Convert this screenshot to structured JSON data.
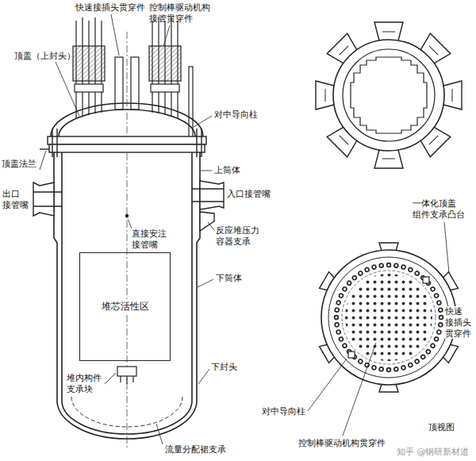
{
  "diagram": {
    "nodes": [
      {
        "text": [
          "堆芯活性区"
        ]
      }
    ],
    "labels": [
      "快速接插头贯穿件",
      "控制棒驱动机构 接管贯穿件",
      "顶盖（上封头）",
      "对中导向柱",
      "上筒体",
      "顶盖法兰",
      "出口 接管嘴",
      "入口接管嘴",
      "直接安注 接管嘴",
      "反应堆压力 容器支承",
      "下筒体",
      "下封头",
      "堆内构件 支承块",
      "流量分配裙支承",
      "一体化顶盖 组件支承凸台",
      "快速 接插头 贯穿件",
      "对中导向柱",
      "控制棒驱动机构贯穿件",
      "顶视图",
      "知乎 @钢研新材道"
    ]
  }
}
